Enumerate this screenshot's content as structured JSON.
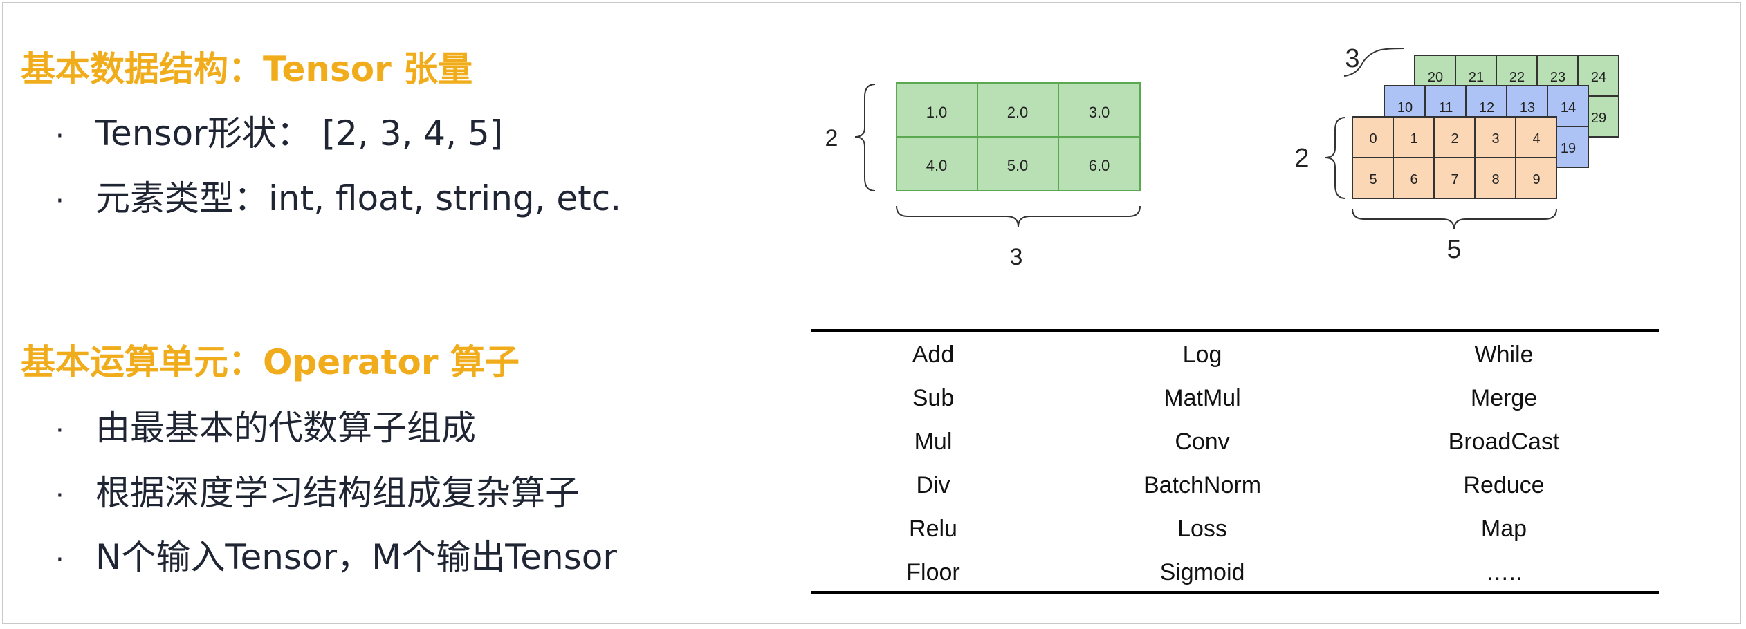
{
  "section_tensor": {
    "title": "基本数据结构：Tensor 张量",
    "bullets": [
      "Tensor形状： [2, 3, 4, 5]",
      "元素类型：int, float, string, etc."
    ]
  },
  "section_operator": {
    "title": "基本运算单元：Operator 算子",
    "bullets": [
      "由最基本的代数算子组成",
      "根据深度学习结构组成复杂算子",
      "N个输入Tensor，M个输出Tensor"
    ]
  },
  "bullet_symbol": "·",
  "matrix_2d": {
    "rows_label": "2",
    "cols_label": "3",
    "values": [
      [
        "1.0",
        "2.0",
        "3.0"
      ],
      [
        "4.0",
        "5.0",
        "6.0"
      ]
    ],
    "color": "#b9e0b4"
  },
  "tensor_3d": {
    "depth_label": "3",
    "rows_label": "2",
    "cols_label": "5",
    "back_layer": [
      "20",
      "21",
      "22",
      "23",
      "24",
      "29"
    ],
    "middle_layer": [
      "10",
      "11",
      "12",
      "13",
      "14",
      "19"
    ],
    "front_layer": [
      [
        "0",
        "1",
        "2",
        "3",
        "4"
      ],
      [
        "5",
        "6",
        "7",
        "8",
        "9"
      ]
    ],
    "colors": {
      "back": "#b9e0b4",
      "middle": "#aec3f5",
      "front": "#fbd7b5"
    }
  },
  "operators": {
    "columns": [
      [
        "Add",
        "Sub",
        "Mul",
        "Div",
        "Relu",
        "Floor"
      ],
      [
        "Log",
        "MatMul",
        "Conv",
        "BatchNorm",
        "Loss",
        "Sigmoid"
      ],
      [
        "While",
        "Merge",
        "BroadCast",
        "Reduce",
        "Map",
        "….."
      ]
    ]
  }
}
